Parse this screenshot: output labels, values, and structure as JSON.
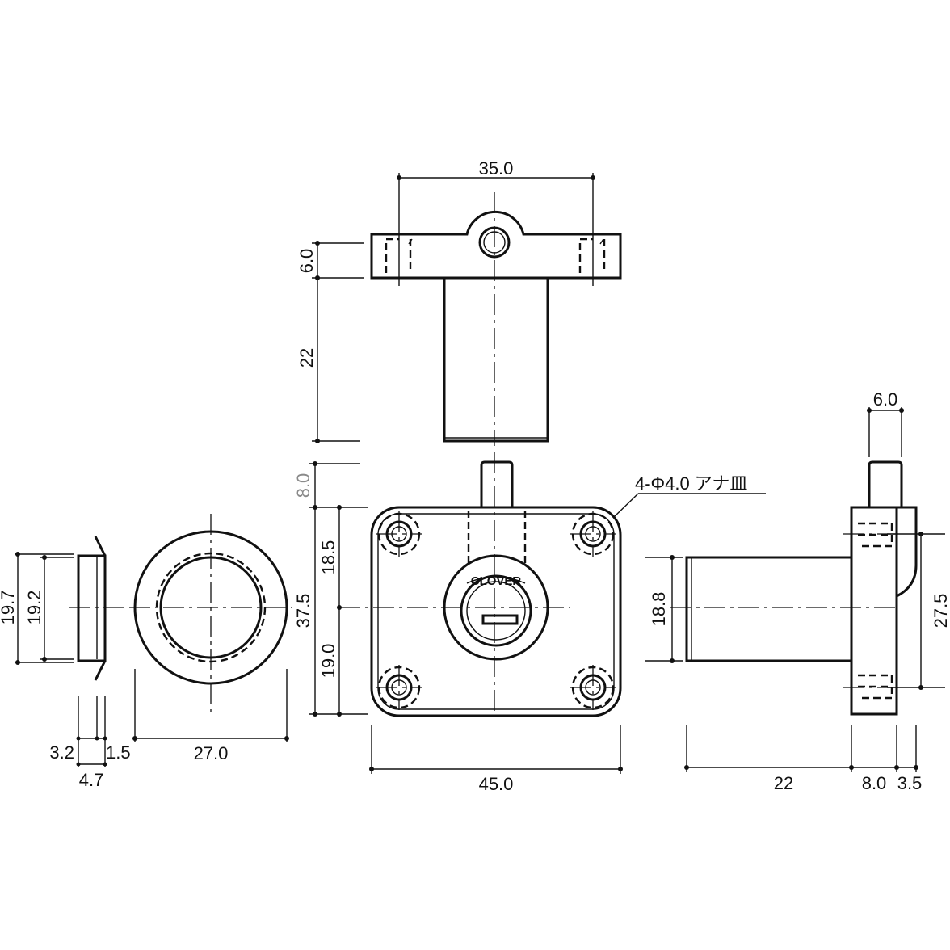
{
  "top_view": {
    "width_label": "35.0",
    "flange_label": "6.0",
    "body_label": "22"
  },
  "front_view": {
    "width_label": "45.0",
    "height_label": "37.5",
    "upper_label": "18.5",
    "lower_label": "19.0",
    "bolt_label": "8.0",
    "brand": "CLOVER",
    "hole_note": "4-Φ4.0 アナ皿"
  },
  "side_view": {
    "top_label": "6.0",
    "height_label": "27.5",
    "cylinder_label": "18.8",
    "body_label": "22",
    "flange_label": "8.0",
    "bolt_label": "3.5"
  },
  "ring_view": {
    "diameter_label": "27.0"
  },
  "escutcheon_view": {
    "outer_label": "19.7",
    "inner_label": "19.2",
    "t1_label": "3.2",
    "t2_label": "1.5",
    "total_label": "4.7"
  },
  "colors": {
    "line": "#111111",
    "muted": "#8a8a8a",
    "background": "#ffffff"
  }
}
